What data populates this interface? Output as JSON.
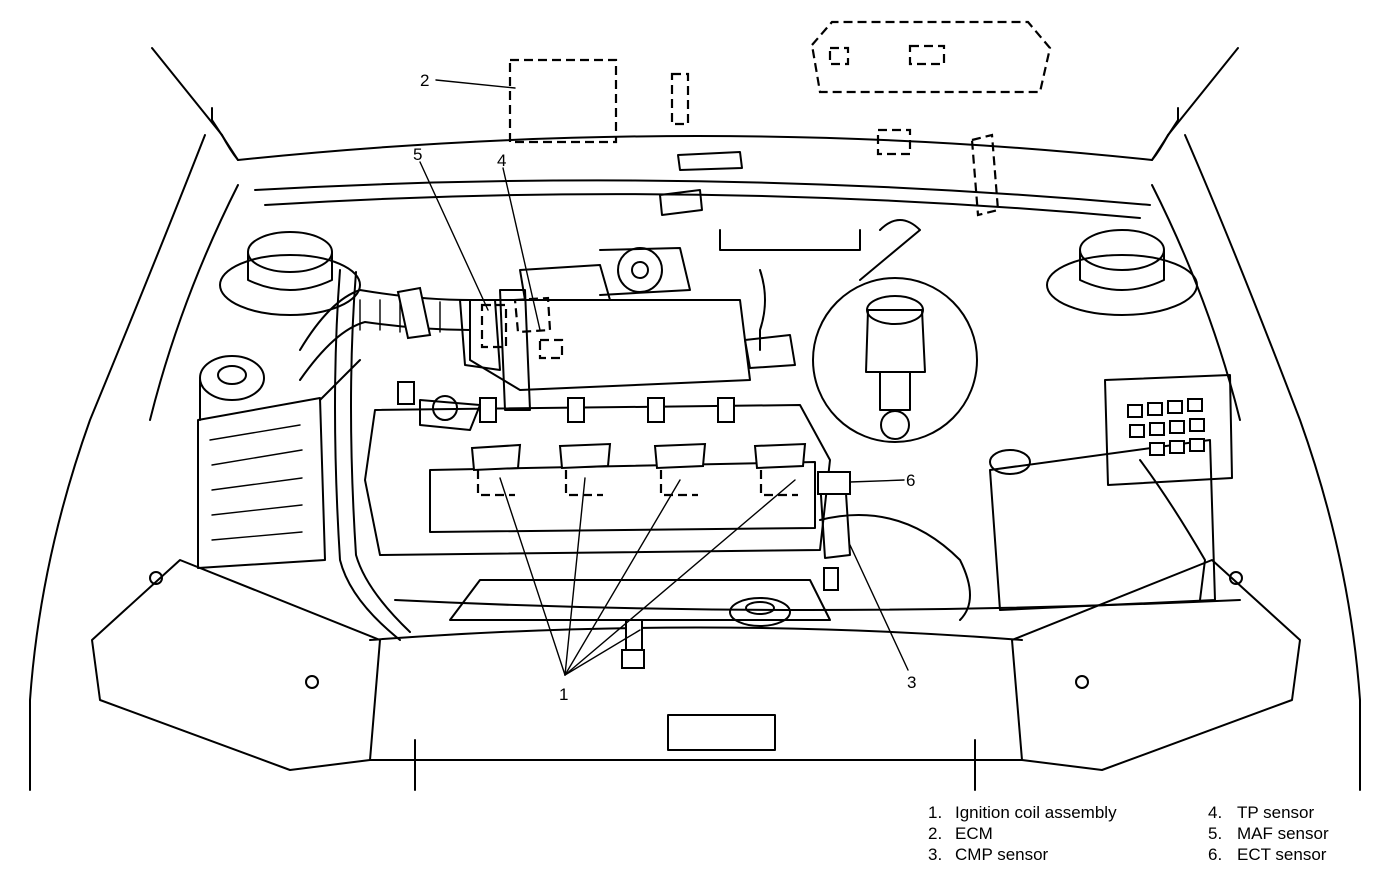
{
  "callouts": {
    "c1": "1",
    "c2": "2",
    "c3": "3",
    "c4": "4",
    "c5": "5",
    "c6": "6"
  },
  "legend": [
    {
      "num": "1.",
      "label": "Ignition coil assembly"
    },
    {
      "num": "2.",
      "label": "ECM"
    },
    {
      "num": "3.",
      "label": "CMP sensor"
    },
    {
      "num": "4.",
      "label": "TP sensor"
    },
    {
      "num": "5.",
      "label": "MAF sensor"
    },
    {
      "num": "6.",
      "label": "ECT sensor"
    }
  ]
}
